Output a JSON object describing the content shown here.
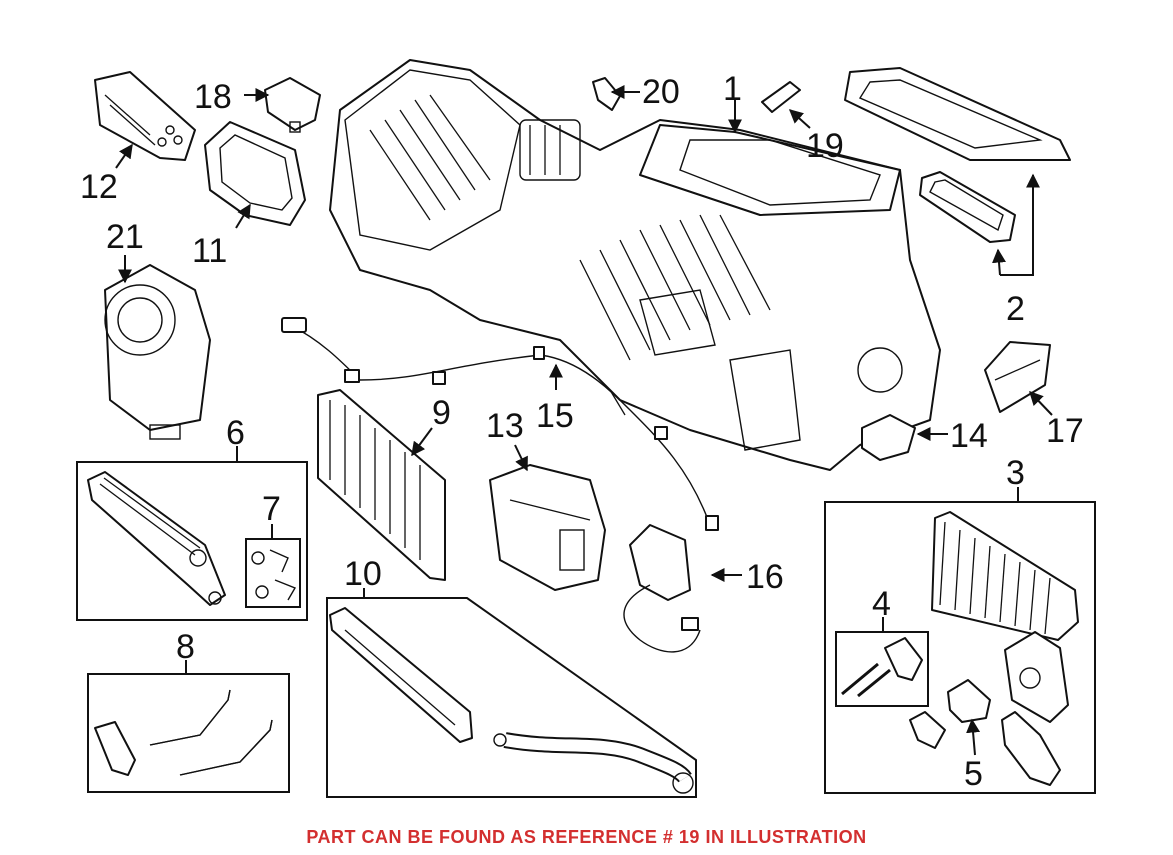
{
  "callouts": [
    "1",
    "2",
    "3",
    "4",
    "5",
    "6",
    "7",
    "8",
    "9",
    "10",
    "11",
    "12",
    "13",
    "14",
    "15",
    "16",
    "17",
    "18",
    "19",
    "20",
    "21"
  ],
  "footer": {
    "note": "PART CAN BE FOUND AS REFERENCE # 19 IN ILLUSTRATION",
    "color": "#d32f2f"
  },
  "highlight_reference": "19"
}
